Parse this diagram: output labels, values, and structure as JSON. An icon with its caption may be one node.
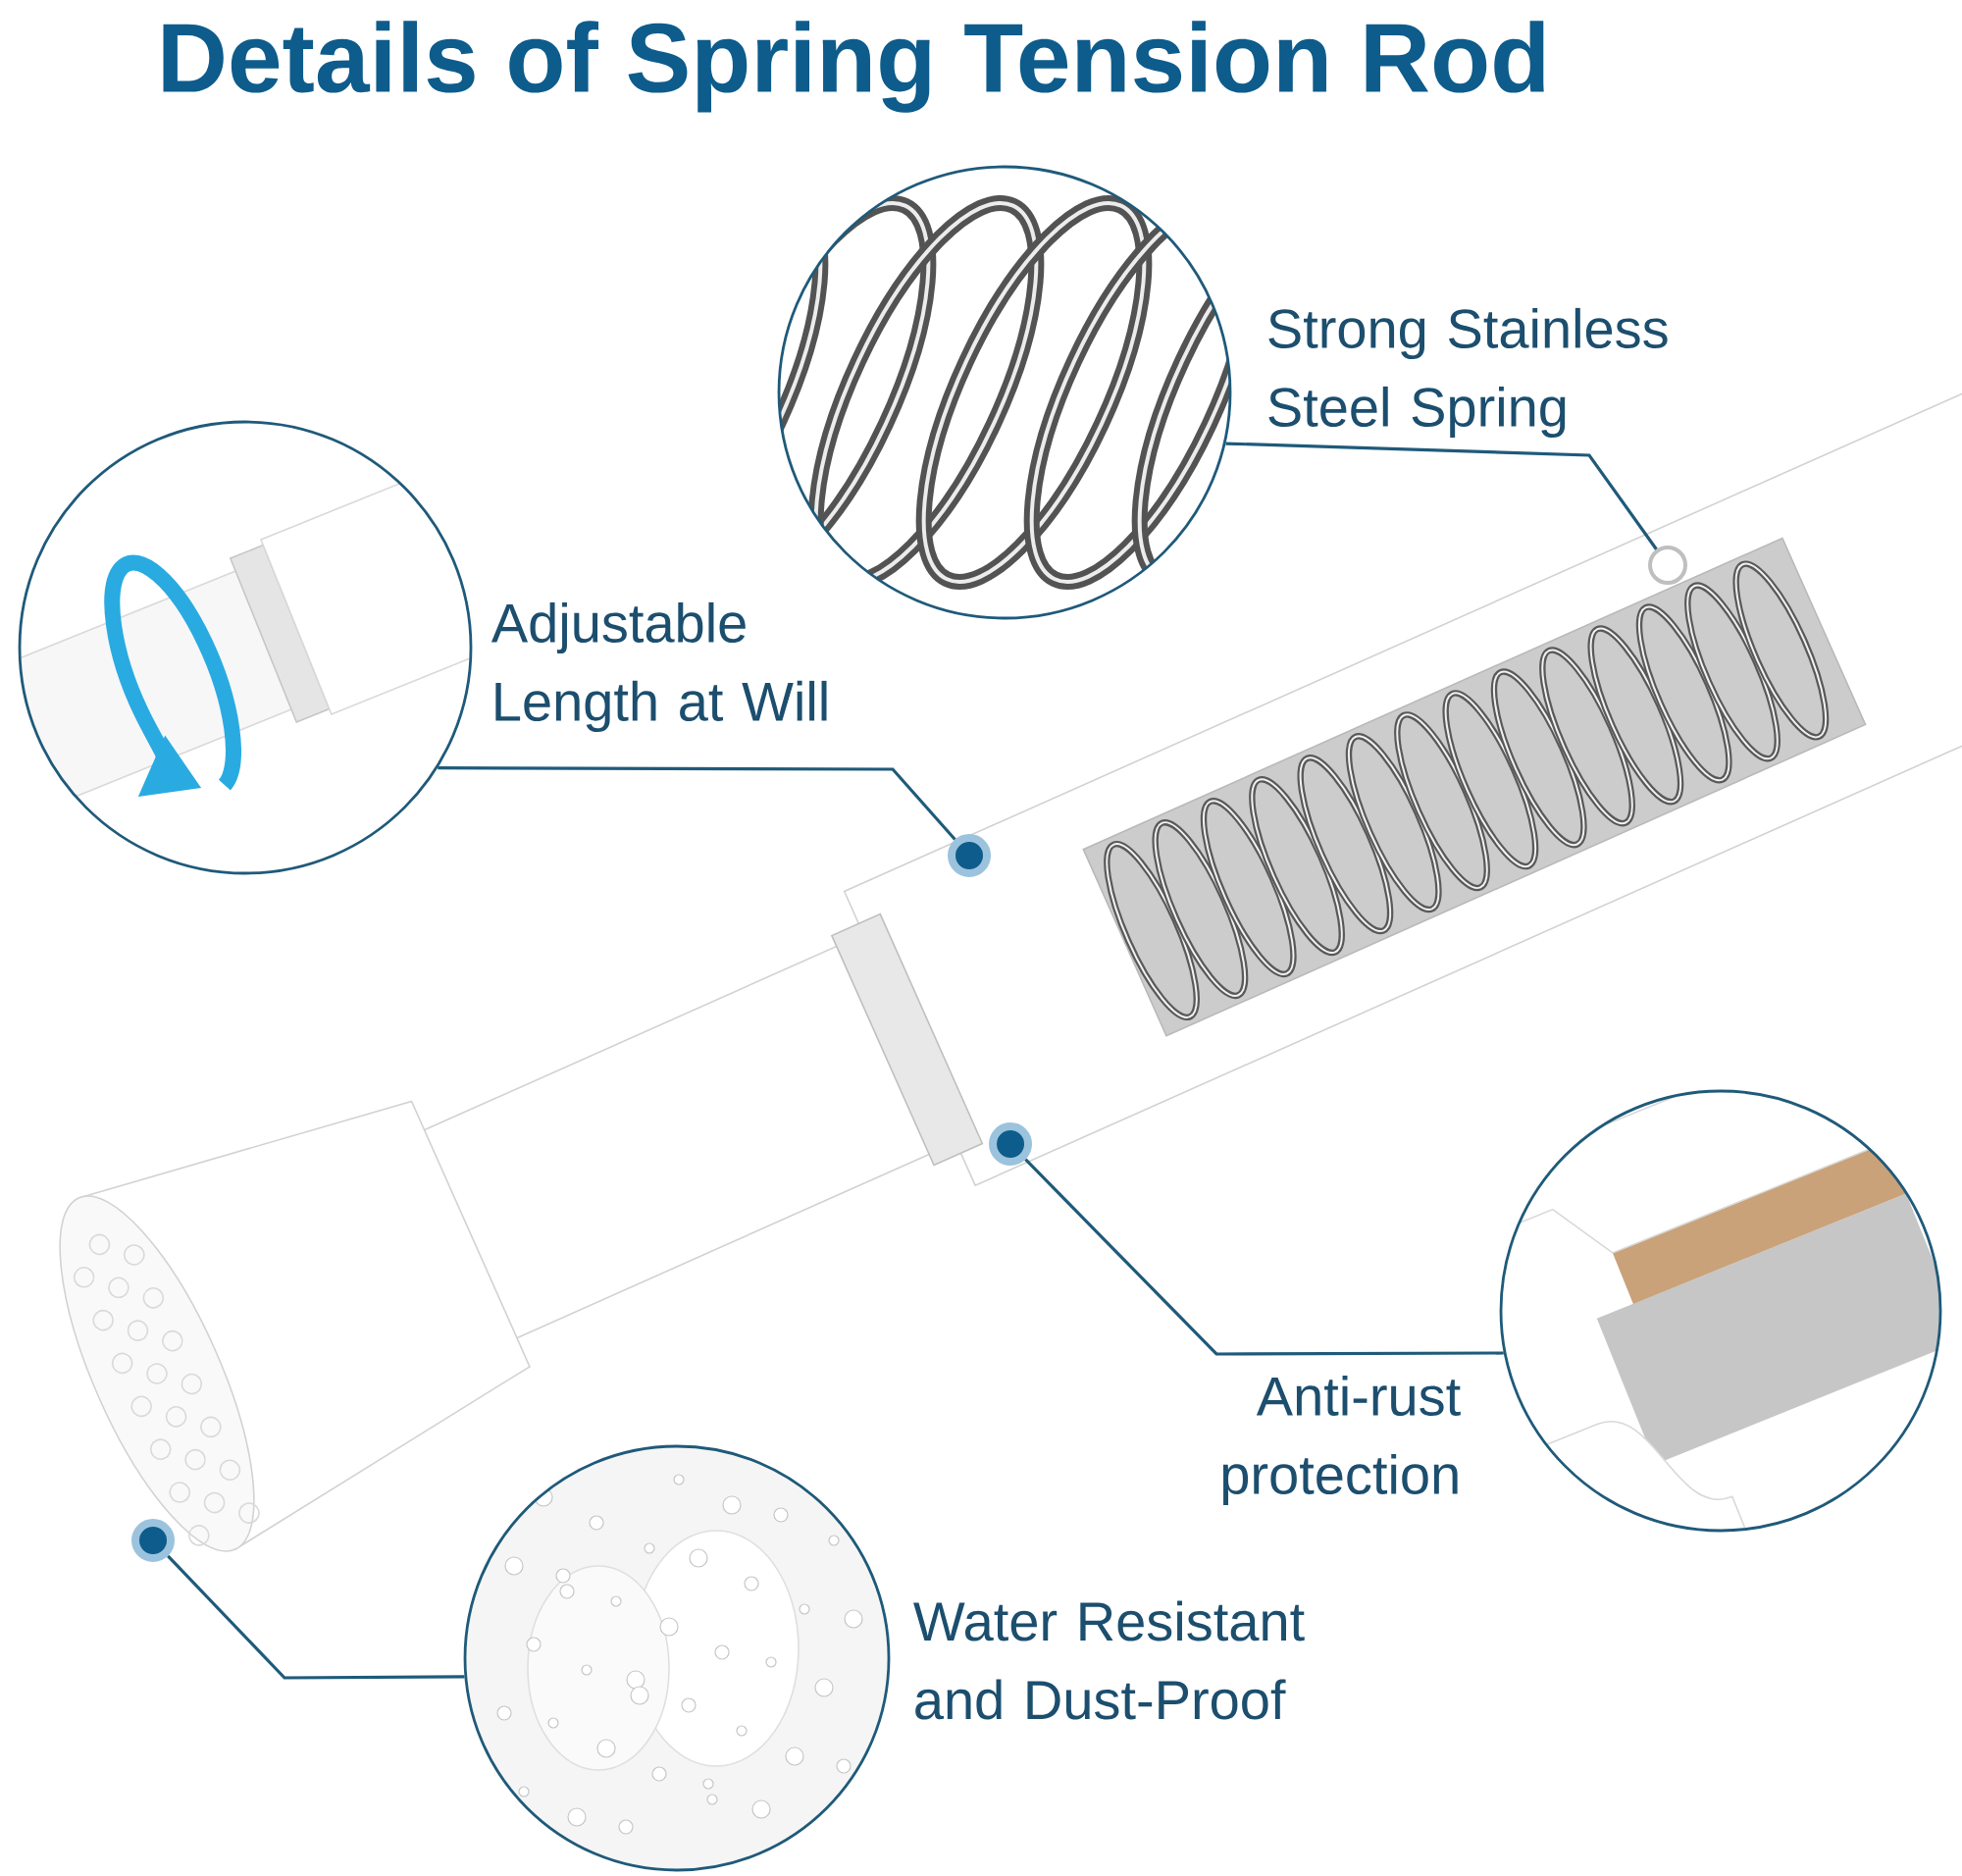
{
  "diagram": {
    "title": "Details of Spring Tension Rod",
    "nodes": [
      {
        "text": [],
        "shape": "picture",
        "beside": [
          "Strong Stainless Steel Spring"
        ]
      },
      {
        "text": [],
        "shape": "circle"
      },
      {
        "text": [],
        "shape": "picture",
        "beside": [
          "Adjustable Length at Will"
        ]
      },
      {
        "text": [],
        "shape": "circle"
      },
      {
        "text": [],
        "shape": "picture",
        "beside": [
          "Anti-rust protection"
        ]
      },
      {
        "text": [],
        "shape": "circle"
      },
      {
        "text": [],
        "shape": "picture",
        "beside": [
          "Water Resistant and Dust-Proof"
        ]
      },
      {
        "text": [],
        "shape": "circle"
      }
    ],
    "edges": [
      {
        "from": 0,
        "to": 1,
        "arrow": "none"
      },
      {
        "from": 2,
        "to": 3,
        "arrow": "none"
      },
      {
        "from": 4,
        "to": 5,
        "arrow": "none"
      },
      {
        "from": 6,
        "to": 7,
        "arrow": "none"
      }
    ]
  }
}
